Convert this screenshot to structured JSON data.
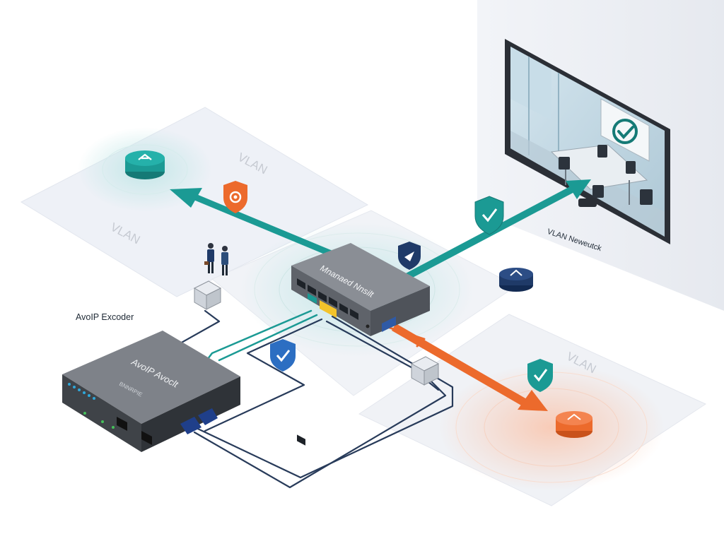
{
  "labels": {
    "vlan_top_1": "VLAN",
    "vlan_top_2": "VLAN",
    "vlan_right": "VLAN",
    "vlan_network": "VLAN Neweutck",
    "encoder_caption": "AvoIP Excoder",
    "encoder_device": "AvoIP Avoclt",
    "switch_device": "Mnanaed Nnsilt",
    "encoder_brand": "BNNRPIE"
  },
  "colors": {
    "teal": "#1b9a94",
    "teal_dark": "#157a76",
    "orange": "#ec6a2c",
    "navy": "#1f3a68",
    "cable": "#283b5a",
    "device_gray": "#6d7178",
    "device_top": "#8a8e95",
    "panel": "#eef1f6",
    "yellow": "#f3c32b"
  },
  "icons": {
    "top_node": "router-teal-icon",
    "right_node": "router-orange-icon",
    "mid_node": "router-navy-icon",
    "shield_gear": "shield-gear-icon",
    "shield_check": "shield-check-icon",
    "shield_plane": "shield-plane-icon"
  }
}
